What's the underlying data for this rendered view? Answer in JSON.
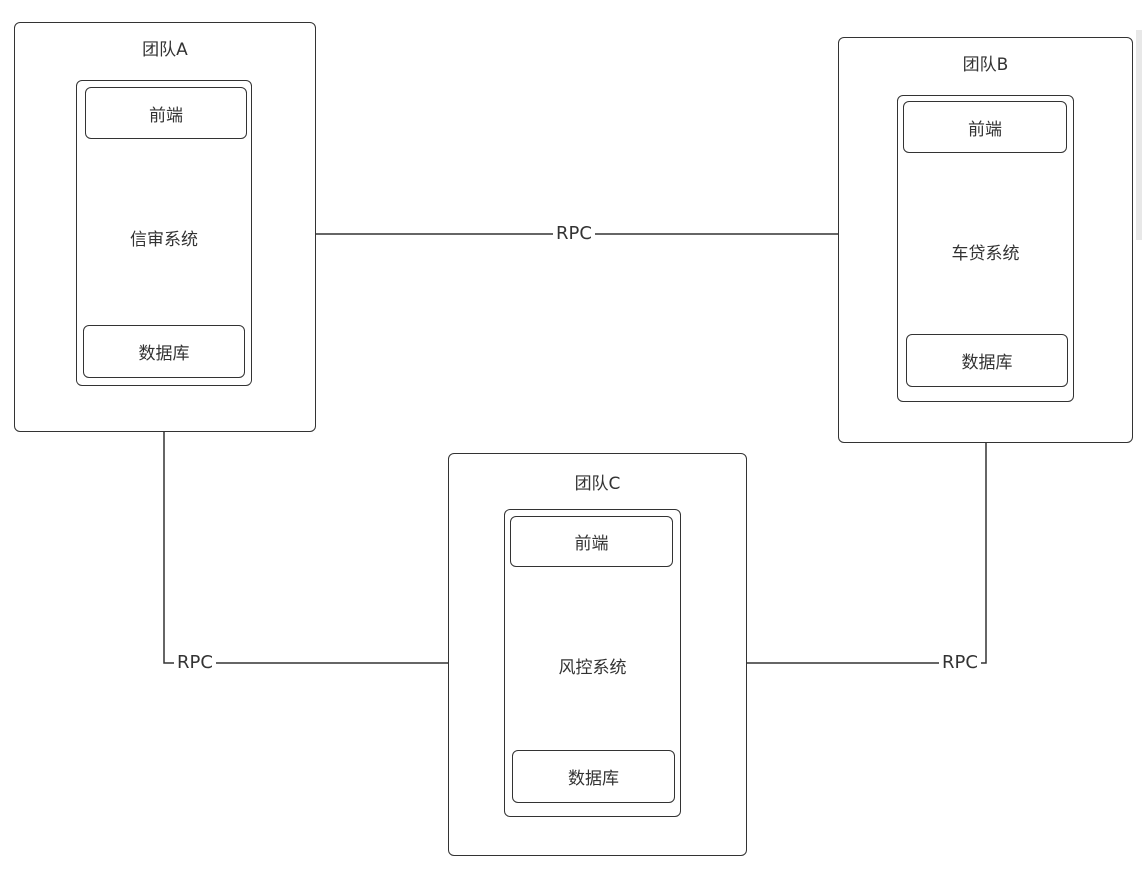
{
  "teams": {
    "a": {
      "title": "团队A",
      "system": "信审系统",
      "frontend": "前端",
      "database": "数据库"
    },
    "b": {
      "title": "团队B",
      "system": "车贷系统",
      "frontend": "前端",
      "database": "数据库"
    },
    "c": {
      "title": "团队C",
      "system": "风控系统",
      "frontend": "前端",
      "database": "数据库"
    }
  },
  "connections": {
    "a_b": "RPC",
    "a_c": "RPC",
    "b_c": "RPC"
  }
}
